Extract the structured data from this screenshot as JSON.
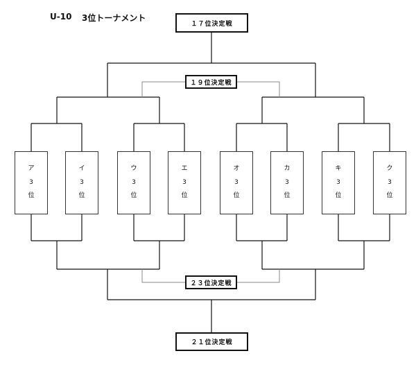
{
  "header": {
    "category": "U-10",
    "title": "3位トーナメント"
  },
  "matches": {
    "m17": "１７位決定戦",
    "m19": "１９位決定戦",
    "m23": "２３位決定戦",
    "m21": "２１位決定戦"
  },
  "teams": [
    {
      "group": "ア",
      "rank": "3",
      "suffix": "位"
    },
    {
      "group": "イ",
      "rank": "3",
      "suffix": "位"
    },
    {
      "group": "ウ",
      "rank": "3",
      "suffix": "位"
    },
    {
      "group": "エ",
      "rank": "3",
      "suffix": "位"
    },
    {
      "group": "オ",
      "rank": "3",
      "suffix": "位"
    },
    {
      "group": "カ",
      "rank": "3",
      "suffix": "位"
    },
    {
      "group": "キ",
      "rank": "3",
      "suffix": "位"
    },
    {
      "group": "ク",
      "rank": "3",
      "suffix": "位"
    }
  ],
  "colors": {
    "line": "#111111",
    "thin_line": "#888888"
  }
}
